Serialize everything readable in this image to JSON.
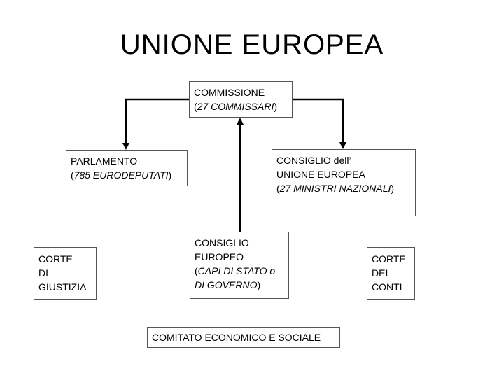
{
  "title": "UNIONE EUROPEA",
  "boxes": {
    "commissione": {
      "line1": "COMMISSIONE",
      "detail": "27 COMMISSARI"
    },
    "parlamento": {
      "line1": "PARLAMENTO",
      "detail": "785 EURODEPUTATI"
    },
    "consiglio_ue": {
      "line1": "CONSIGLIO dell’",
      "line2": "UNIONE EUROPEA",
      "detail": "27 MINISTRI NAZIONALI"
    },
    "consiglio_europeo": {
      "line1": "CONSIGLIO",
      "line2": "EUROPEO",
      "detail1": "CAPI DI STATO o",
      "detail2": "DI GOVERNO"
    },
    "corte_giustizia": {
      "line1": "CORTE",
      "line2": "DI",
      "line3": "GIUSTIZIA"
    },
    "corte_conti": {
      "line1": "CORTE",
      "line2": "DEI",
      "line3": "CONTI"
    },
    "comitato": {
      "line1": "COMITATO ECONOMICO E SOCIALE"
    }
  }
}
